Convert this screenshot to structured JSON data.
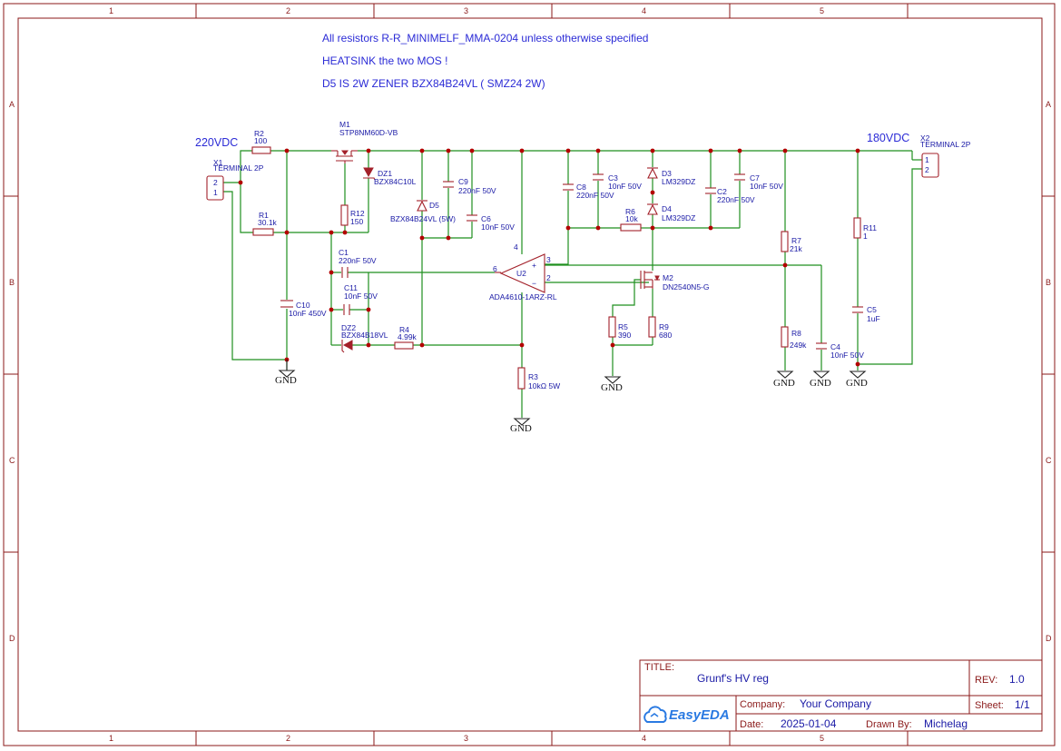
{
  "notes": [
    "All resistors R-R_MINIMELF_MMA-0204 unless otherwise specified",
    "HEATSINK the two MOS !",
    "D5 IS 2W ZENER BZX84B24VL ( SMZ24 2W)"
  ],
  "voltages": {
    "input": "220VDC",
    "output": "180VDC"
  },
  "zones": {
    "cols": [
      "1",
      "2",
      "3",
      "4",
      "5"
    ],
    "rows": [
      "A",
      "B",
      "C",
      "D"
    ]
  },
  "components": {
    "x1": {
      "ref": "X1",
      "value": "TERMINAL 2P",
      "pin_top": "2",
      "pin_bot": "1"
    },
    "x2": {
      "ref": "X2",
      "value": "TERMINAL 2P",
      "pin_top": "1",
      "pin_bot": "2"
    },
    "r2": {
      "ref": "R2",
      "value": "100"
    },
    "r1": {
      "ref": "R1",
      "value": "30.1k"
    },
    "m1": {
      "ref": "M1",
      "value": "STP8NM60D-VB"
    },
    "dz1": {
      "ref": "DZ1",
      "value": "BZX84C10L"
    },
    "r12": {
      "ref": "R12",
      "value": "150"
    },
    "d5": {
      "ref": "D5",
      "value": "BZX84B24VL (5W)"
    },
    "c9": {
      "ref": "C9",
      "value": "220nF 50V"
    },
    "c6": {
      "ref": "C6",
      "value": "10nF 50V"
    },
    "c1": {
      "ref": "C1",
      "value": "220nF 50V"
    },
    "c11": {
      "ref": "C11",
      "value": "10nF 50V"
    },
    "c10": {
      "ref": "C10",
      "value": "10nF 450V"
    },
    "dz2": {
      "ref": "DZ2",
      "value": "BZX84B18VL"
    },
    "r4": {
      "ref": "R4",
      "value": "4.99k"
    },
    "u2": {
      "ref": "U2",
      "value": "ADA4610-1ARZ-RL",
      "pin4": "4",
      "pin6": "6",
      "pin3": "3",
      "pin2": "2",
      "plus": "+",
      "minus": "−"
    },
    "r3": {
      "ref": "R3",
      "value": "10kΩ 5W"
    },
    "c8": {
      "ref": "C8",
      "value": "220nF 50V"
    },
    "c3": {
      "ref": "C3",
      "value": "10nF 50V"
    },
    "d3": {
      "ref": "D3",
      "value": "LM329DZ"
    },
    "d4": {
      "ref": "D4",
      "value": "LM329DZ"
    },
    "r6": {
      "ref": "R6",
      "value": "10k"
    },
    "c2": {
      "ref": "C2",
      "value": "220nF 50V"
    },
    "c7": {
      "ref": "C7",
      "value": "10nF 50V"
    },
    "m2": {
      "ref": "M2",
      "value": "DN2540N5-G"
    },
    "r5": {
      "ref": "R5",
      "value": "390"
    },
    "r9": {
      "ref": "R9",
      "value": "680"
    },
    "r7": {
      "ref": "R7",
      "value": "21k"
    },
    "r8": {
      "ref": "R8",
      "value": "249k"
    },
    "c4": {
      "ref": "C4",
      "value": "10nF 50V"
    },
    "r11": {
      "ref": "R11",
      "value": "1"
    },
    "c5": {
      "ref": "C5",
      "value": "1uF"
    }
  },
  "gnd_label": "GND",
  "title_block": {
    "title_label": "TITLE:",
    "title": "Grunf's HV reg",
    "rev_label": "REV:",
    "rev": "1.0",
    "company_label": "Company:",
    "company": "Your Company",
    "sheet_label": "Sheet:",
    "sheet": "1/1",
    "date_label": "Date:",
    "date": "2025-01-04",
    "drawn_label": "Drawn By:",
    "drawn": "Michelag",
    "logo": "EasyEDA",
    "logo_icon": "cloud-icon"
  }
}
